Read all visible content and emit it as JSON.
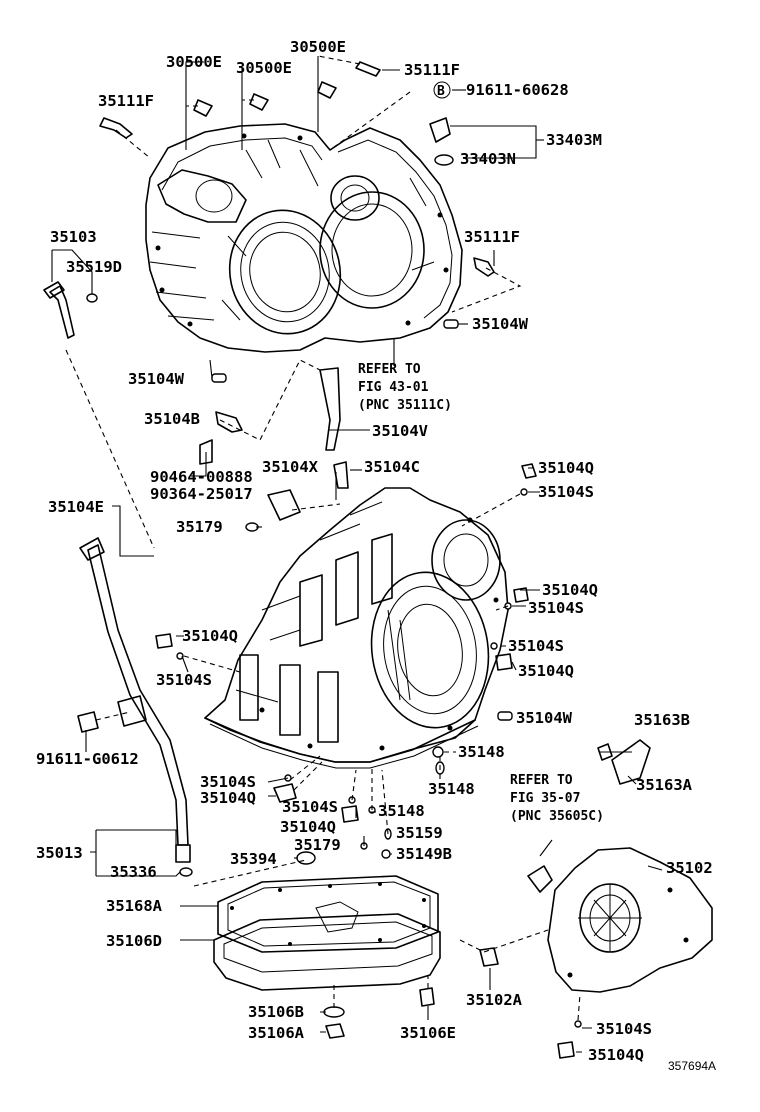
{
  "diagram": {
    "labels": {
      "l_30500E_a": "30500E",
      "l_30500E_b": "30500E",
      "l_30500E_c": "30500E",
      "l_35111F_top": "35111F",
      "l_35111F_left": "35111F",
      "l_35111F_right": "35111F",
      "l_91611_60628": "91611-60628",
      "l_b_circle": "B",
      "l_33403M": "33403M",
      "l_33403N": "33403N",
      "l_35103": "35103",
      "l_35519D": "35519D",
      "l_35104W_right": "35104W",
      "l_35104W_left": "35104W",
      "l_35104W_lower": "35104W",
      "l_35104B": "35104B",
      "l_35104V": "35104V",
      "l_90464_00888": "90464-00888",
      "l_90364_25017": "90364-25017",
      "l_35104X": "35104X",
      "l_35104C": "35104C",
      "l_35104Q_1": "35104Q",
      "l_35104S_1": "35104S",
      "l_35104E": "35104E",
      "l_35179_a": "35179",
      "l_35104Q_2": "35104Q",
      "l_35104S_2": "35104S",
      "l_35104Q_3": "35104Q",
      "l_35104S_3": "35104S",
      "l_35104S_4": "35104S",
      "l_35104Q_4": "35104Q",
      "l_91611_G0612": "91611-G0612",
      "l_35163B": "35163B",
      "l_35163A": "35163A",
      "l_35148_a": "35148",
      "l_35148_b": "35148",
      "l_35148_c": "35148",
      "l_35104S_5": "35104S",
      "l_35104Q_5": "35104Q",
      "l_35104S_6": "35104S",
      "l_35104Q_6": "35104Q",
      "l_35159": "35159",
      "l_35179_b": "35179",
      "l_35149B": "35149B",
      "l_35013": "35013",
      "l_35336": "35336",
      "l_35394": "35394",
      "l_35102": "35102",
      "l_35168A": "35168A",
      "l_35106D": "35106D",
      "l_35102A": "35102A",
      "l_35106B": "35106B",
      "l_35106A": "35106A",
      "l_35106E": "35106E",
      "l_35104S_7": "35104S",
      "l_35104Q_7": "35104Q"
    },
    "notes": {
      "refer1_line1": "REFER TO",
      "refer1_line2": "FIG 43-01",
      "refer1_line3": "(PNC 35111C)",
      "refer2_line1": "REFER TO",
      "refer2_line2": "FIG 35-07",
      "refer2_line3": "(PNC 35605C)"
    },
    "figure_code": "357694A"
  }
}
